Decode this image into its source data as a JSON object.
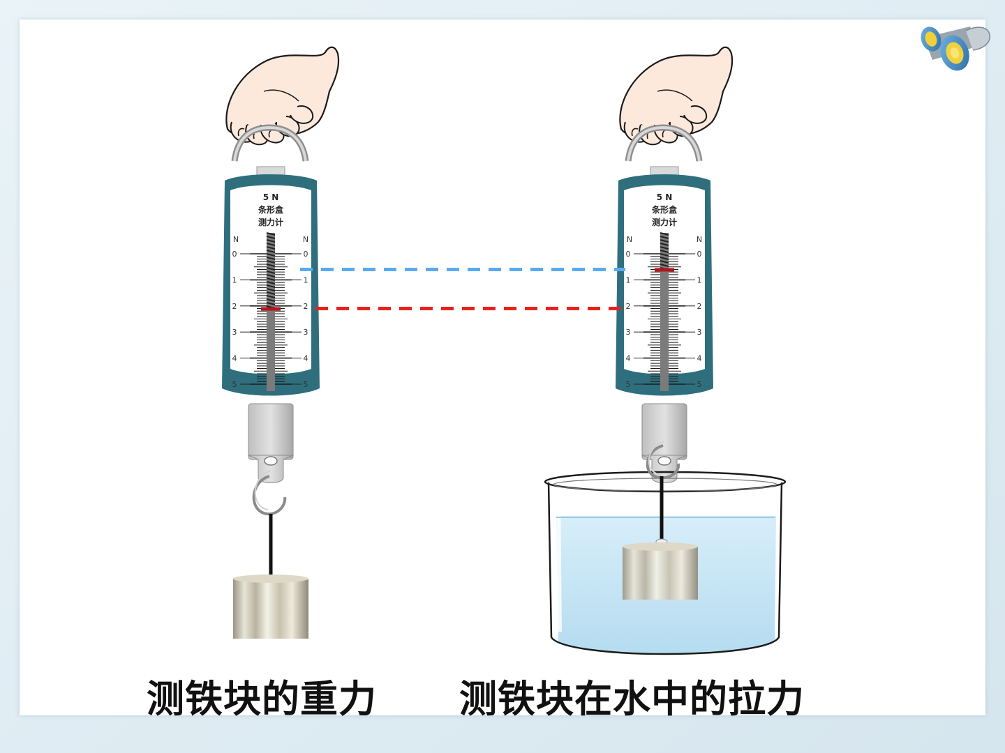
{
  "captions": {
    "left": "测铁块的重力",
    "right": "测铁块在水中的拉力"
  },
  "scale_label": {
    "range": "5 N",
    "line1": "条形盒",
    "line2": "测力计",
    "unit": "N"
  },
  "scale_ticks": [
    "0",
    "1",
    "2",
    "3",
    "4",
    "5"
  ],
  "readings": {
    "in_air_fraction": 0.42,
    "in_water_fraction": 0.12
  },
  "colors": {
    "air_indicator_line": "#e8221c",
    "water_indicator_line": "#5aaaf0",
    "casing": "#2f6f7d",
    "water": "#bfe2f4"
  },
  "icons": {
    "corner": "binoculars-icon",
    "hand": "hand-icon",
    "weight": "iron-block-icon",
    "beaker": "beaker-icon"
  }
}
